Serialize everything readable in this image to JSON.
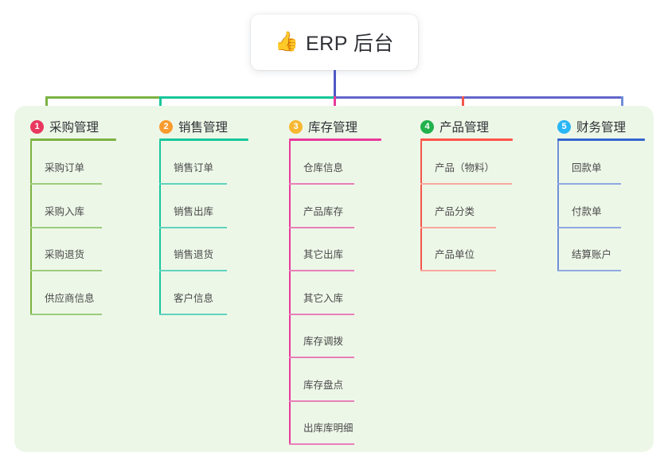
{
  "title": {
    "emoji": "👍",
    "emoji_name": "thumbs-up-icon",
    "text": "ERP 后台"
  },
  "diagram": {
    "type": "org-chart",
    "panel_color": "#edf7e8",
    "trunk_color": "#4e57c4",
    "bus_segments": [
      {
        "color": "#7cb342"
      },
      {
        "color": "#16c79a"
      },
      {
        "color": "#6166c9"
      }
    ]
  },
  "columns": [
    {
      "index": "1",
      "title": "采购管理",
      "badge_color": "#e8385f",
      "rule_color": "#7cb342",
      "line_color": "#9ccc7e",
      "stem_color": "#7cb342",
      "items": [
        {
          "label": "采购订单"
        },
        {
          "label": "采购入库"
        },
        {
          "label": "采购退货"
        },
        {
          "label": "供应商信息"
        }
      ]
    },
    {
      "index": "2",
      "title": "销售管理",
      "badge_color": "#f99b2e",
      "rule_color": "#16c79a",
      "line_color": "#5fd3be",
      "stem_color": "#16c79a",
      "items": [
        {
          "label": "销售订单"
        },
        {
          "label": "销售出库"
        },
        {
          "label": "销售退货"
        },
        {
          "label": "客户信息"
        }
      ]
    },
    {
      "index": "3",
      "title": "库存管理",
      "badge_color": "#f7b731",
      "rule_color": "#e8399b",
      "line_color": "#e87fb7",
      "stem_color": "#e8399b",
      "items": [
        {
          "label": "仓库信息"
        },
        {
          "label": "产品库存"
        },
        {
          "label": "其它出库"
        },
        {
          "label": "其它入库"
        },
        {
          "label": "库存调拨"
        },
        {
          "label": "库存盘点"
        },
        {
          "label": "出库库明细"
        }
      ]
    },
    {
      "index": "4",
      "title": "产品管理",
      "badge_color": "#22b14c",
      "rule_color": "#ff5349",
      "line_color": "#f9a79e",
      "stem_color": "#f4554b",
      "items": [
        {
          "label": "产品（物料）"
        },
        {
          "label": "产品分类"
        },
        {
          "label": "产品单位"
        }
      ]
    },
    {
      "index": "5",
      "title": "财务管理",
      "badge_color": "#29b6f6",
      "rule_color": "#3366cc",
      "line_color": "#8fa8e0",
      "stem_color": "#6f8fd8",
      "items": [
        {
          "label": "回款单"
        },
        {
          "label": "付款单"
        },
        {
          "label": "结算账户"
        }
      ]
    }
  ]
}
